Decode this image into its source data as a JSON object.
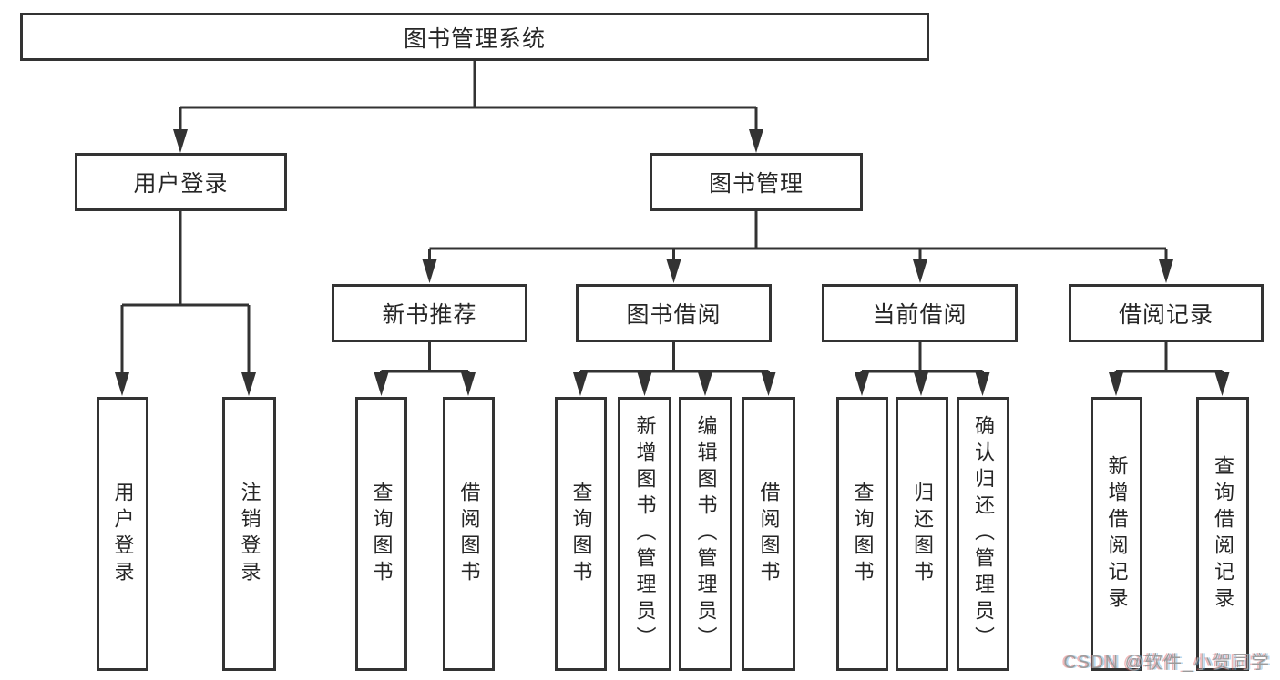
{
  "diagram_type": "tree",
  "colors": {
    "background": "#ffffff",
    "box_border": "#333333",
    "connector_line": "#333333",
    "text": "#262626",
    "watermark_text": "#9b9b9b"
  },
  "tree": {
    "root": {
      "label": "图书管理系统",
      "children": [
        {
          "label": "用户登录",
          "children": [
            {
              "label": "用户登录"
            },
            {
              "label": "注销登录"
            }
          ]
        },
        {
          "label": "图书管理",
          "children": [
            {
              "label": "新书推荐",
              "children": [
                {
                  "label": "查询图书"
                },
                {
                  "label": "借阅图书"
                }
              ]
            },
            {
              "label": "图书借阅",
              "children": [
                {
                  "label": "查询图书"
                },
                {
                  "label": "新增图书（管理员）"
                },
                {
                  "label": "编辑图书（管理员）"
                },
                {
                  "label": "借阅图书"
                }
              ]
            },
            {
              "label": "当前借阅",
              "children": [
                {
                  "label": "查询图书"
                },
                {
                  "label": "归还图书"
                },
                {
                  "label": "确认归还（管理员）"
                }
              ]
            },
            {
              "label": "借阅记录",
              "children": [
                {
                  "label": "新增借阅记录"
                },
                {
                  "label": "查询借阅记录"
                }
              ]
            }
          ]
        }
      ]
    }
  },
  "watermark": {
    "text": "CSDN @软件_小贺同学"
  }
}
